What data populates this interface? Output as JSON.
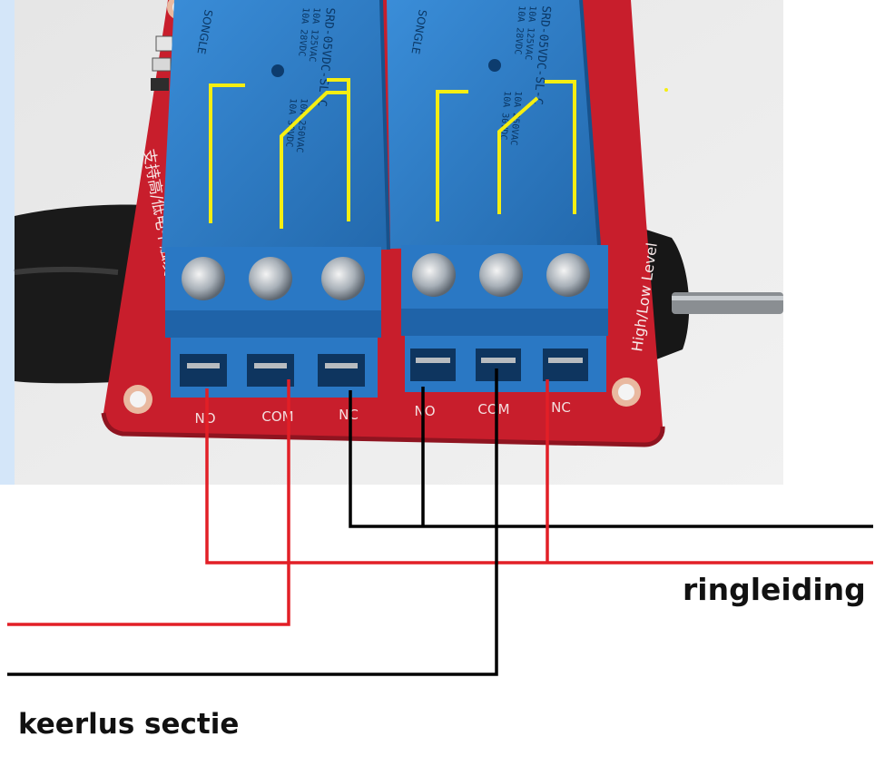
{
  "relay_module": {
    "relays": [
      {
        "brand": "SONGLE",
        "model": "SRD-05VDC-SL-C",
        "ratings": [
          "10A 250VAC",
          "10A 125VAC",
          "10A 30VDC",
          "10A 28VDC"
        ]
      },
      {
        "brand": "SONGLE",
        "model": "SRD-05VDC-SL-C",
        "ratings": [
          "10A 250VAC",
          "10A 125VAC",
          "10A 30VDC",
          "10A 28VDC"
        ]
      }
    ],
    "terminal_labels": [
      "NO",
      "COM",
      "NC",
      "NO",
      "COM",
      "NC"
    ],
    "board_side_text": "High/Low Level",
    "board_chinese_text": "支持高/低电平触发"
  },
  "wire_labels": {
    "ringleiding": "ringleiding",
    "keerlus": "keerlus sectie"
  },
  "colors": {
    "board_red": "#c81e2c",
    "relay_blue": "#2e7fc8",
    "terminal_blue": "#2a78c4",
    "schematic_yellow": "#f5ee12",
    "wire_red": "#e21f26",
    "wire_black": "#000000",
    "photo_background": "#ebebeb",
    "left_strip": "#d4e6f9"
  }
}
